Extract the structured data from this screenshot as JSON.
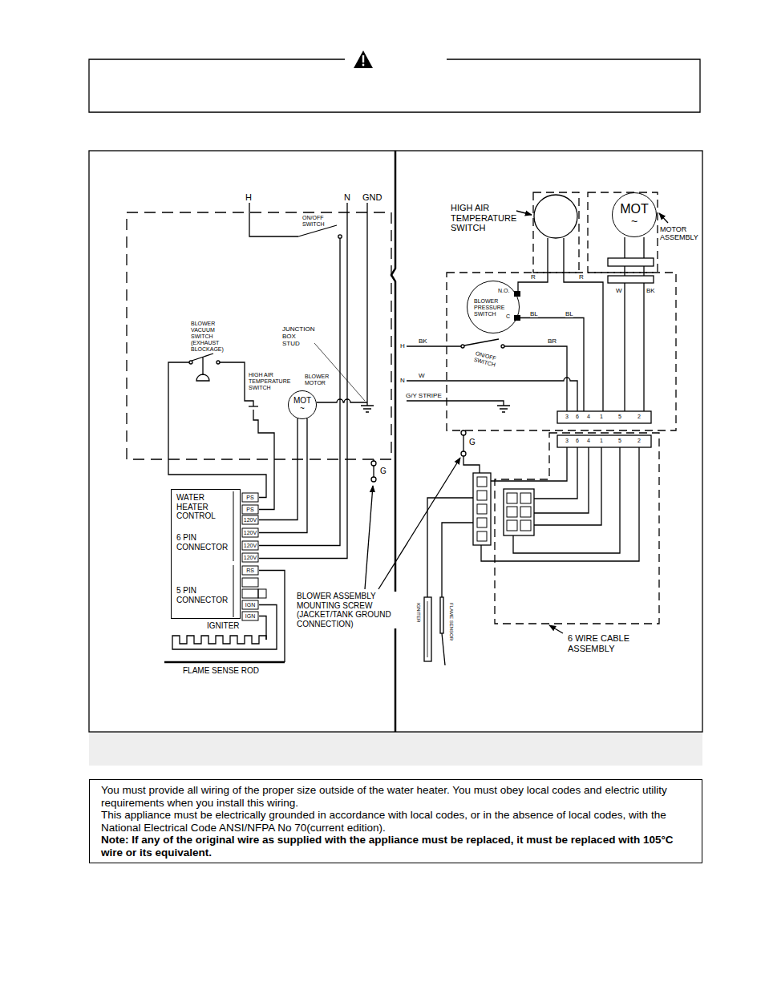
{
  "diagram": {
    "nodes": [
      {
        "text": [
          "MOT",
          "~"
        ]
      },
      {
        "text": [
          "WATER HEATER CONTROL",
          "6 PIN CONNECTOR",
          "5 PIN CONNECTOR"
        ]
      },
      {
        "text": [
          "MOT",
          "~"
        ]
      },
      {
        "text": [
          "N.O.",
          "BLOWER PRESSURE SWITCH",
          "C"
        ]
      },
      {
        "text": [
          "You must provide all wiring of the proper size outside of the water heater.  You must obey local codes and electric utility requirements when you install this wiring.",
          "This appliance must be electrically grounded in accordance with local codes, or in the absence of local codes, with the National Electrical Code ANSI/NFPA No 70(current edition).",
          "Note: If any of the original wire as supplied with the appliance must be replaced, it must be replaced with 105°C wire or its equivalent."
        ]
      }
    ],
    "edges": [
      {
        "from": 0,
        "to": 1,
        "arrow": "none"
      },
      {
        "from": 0,
        "to": 1,
        "arrow": "none"
      }
    ],
    "labels": [
      "H",
      "N",
      "GND",
      "ON/OFF SWITCH",
      "BLOWER VACUUM SWITCH (EXHAUST BLOCKAGE)",
      "JUNCTION BOX STUD",
      "HIGH AIR TEMPERATURE SWITCH",
      "BLOWER MOTOR",
      "G",
      "PS",
      "PS",
      "120V",
      "120V",
      "120V",
      "120V",
      "RS",
      "IGN",
      "IGN",
      "IGNITER",
      "FLAME SENSE ROD",
      "BLOWER ASSEMBLY MOUNTING SCREW (JACKET/TANK GROUND CONNECTION)",
      "HIGH AIR TEMPERATURE SWITCH",
      "MOTOR ASSEMBLY",
      "R",
      "R",
      "BL",
      "BL",
      "W",
      "BK",
      "H",
      "BK",
      "ON/OFF SWITCH",
      "BR",
      "N",
      "W",
      "G/Y STRIPE",
      "3",
      "6",
      "4",
      "1",
      "5",
      "2",
      "3",
      "6",
      "4",
      "1",
      "5",
      "2",
      "G",
      "IGNITER",
      "FLAME SENSOR",
      "6 WIRE CABLE ASSEMBLY"
    ]
  }
}
